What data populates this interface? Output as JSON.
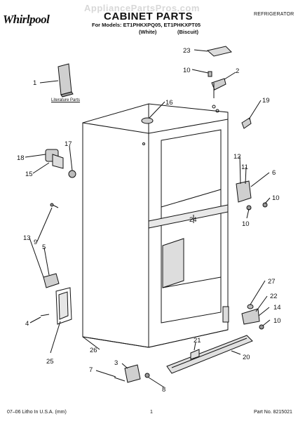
{
  "watermark": "AppliancePartsPros.com",
  "brand": "Whirlpool",
  "header": {
    "title": "CABINET PARTS",
    "category": "REFRIGERATOR",
    "models_line": "For Models: ET1PHKXPQ05, ET1PHKXPT05",
    "variant_1": "(White)",
    "variant_2": "(Biscuit)"
  },
  "literature_label": "Literature Parts",
  "footer": {
    "left": "07–06 Litho In U.S.A. (mm)",
    "center": "1",
    "right": "Part No. 8215021"
  },
  "callouts": [
    "1",
    "2",
    "3",
    "4",
    "5",
    "6",
    "7",
    "8",
    "9",
    "10",
    "11",
    "12",
    "13",
    "14",
    "15",
    "16",
    "17",
    "18",
    "19",
    "20",
    "21",
    "22",
    "23",
    "24",
    "25",
    "26",
    "27"
  ]
}
